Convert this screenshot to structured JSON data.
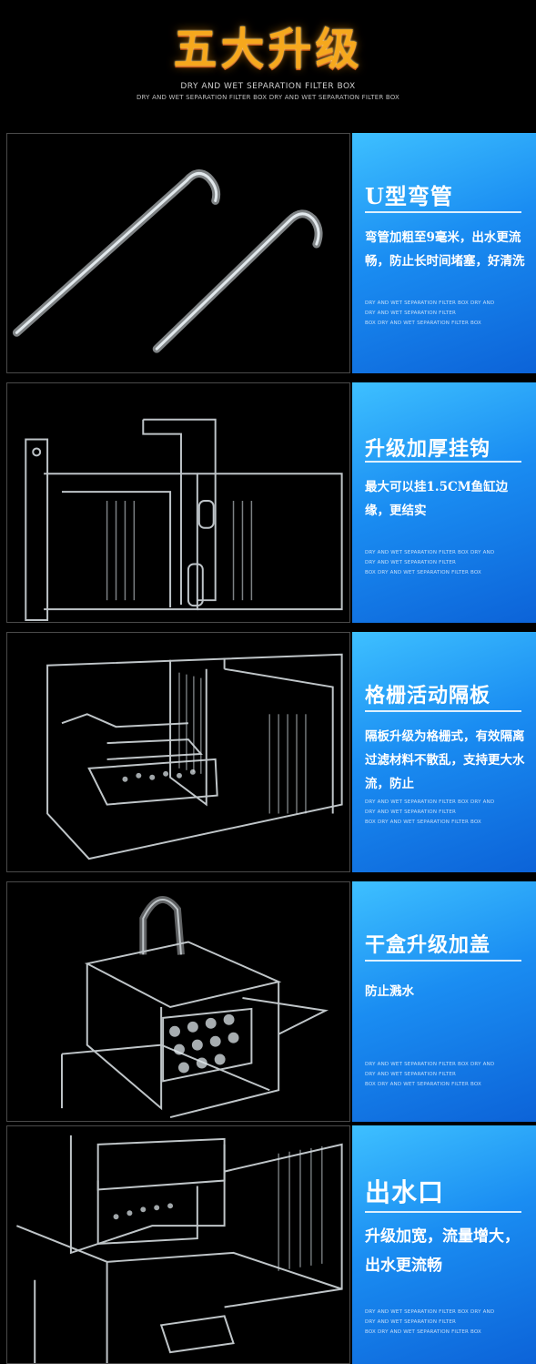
{
  "header": {
    "title": "五大升级",
    "subtitle_line1": "DRY AND WET SEPARATION FILTER BOX",
    "subtitle_line2": "DRY AND WET SEPARATION FILTER BOX DRY AND WET SEPARATION FILTER BOX"
  },
  "sections": [
    {
      "title": "U型弯管",
      "desc": "弯管加粗至9毫米，出水更流畅，防止长时间堵塞，好清洗",
      "small": [
        "DRY AND WET SEPARATION FILTER BOX DRY AND",
        "DRY AND WET SEPARATION FILTER",
        "BOX DRY AND WET SEPARATION FILTER BOX"
      ]
    },
    {
      "title": "升级加厚挂钩",
      "desc": "最大可以挂1.5CM鱼缸边缘，更结实",
      "small": [
        "DRY AND WET SEPARATION FILTER BOX DRY AND",
        "DRY AND WET SEPARATION FILTER",
        "BOX DRY AND WET SEPARATION FILTER BOX"
      ]
    },
    {
      "title": "格栅活动隔板",
      "desc": "隔板升级为格栅式，有效隔离过滤材料不散乱，支持更大水流，防止",
      "small": [
        "DRY AND WET SEPARATION FILTER BOX DRY AND",
        "DRY AND WET SEPARATION FILTER",
        "BOX DRY AND WET SEPARATION FILTER BOX"
      ]
    },
    {
      "title": "干盒升级加盖",
      "desc": "防止溅水",
      "small": [
        "DRY AND WET SEPARATION FILTER BOX DRY AND",
        "DRY AND WET SEPARATION FILTER",
        "BOX DRY AND WET SEPARATION FILTER BOX"
      ]
    },
    {
      "title": "出水口",
      "desc": "升级加宽，流量增大，出水更流畅",
      "small": [
        "DRY AND WET SEPARATION FILTER BOX DRY AND",
        "DRY AND WET SEPARATION FILTER",
        "BOX DRY AND WET SEPARATION FILTER BOX"
      ]
    }
  ]
}
